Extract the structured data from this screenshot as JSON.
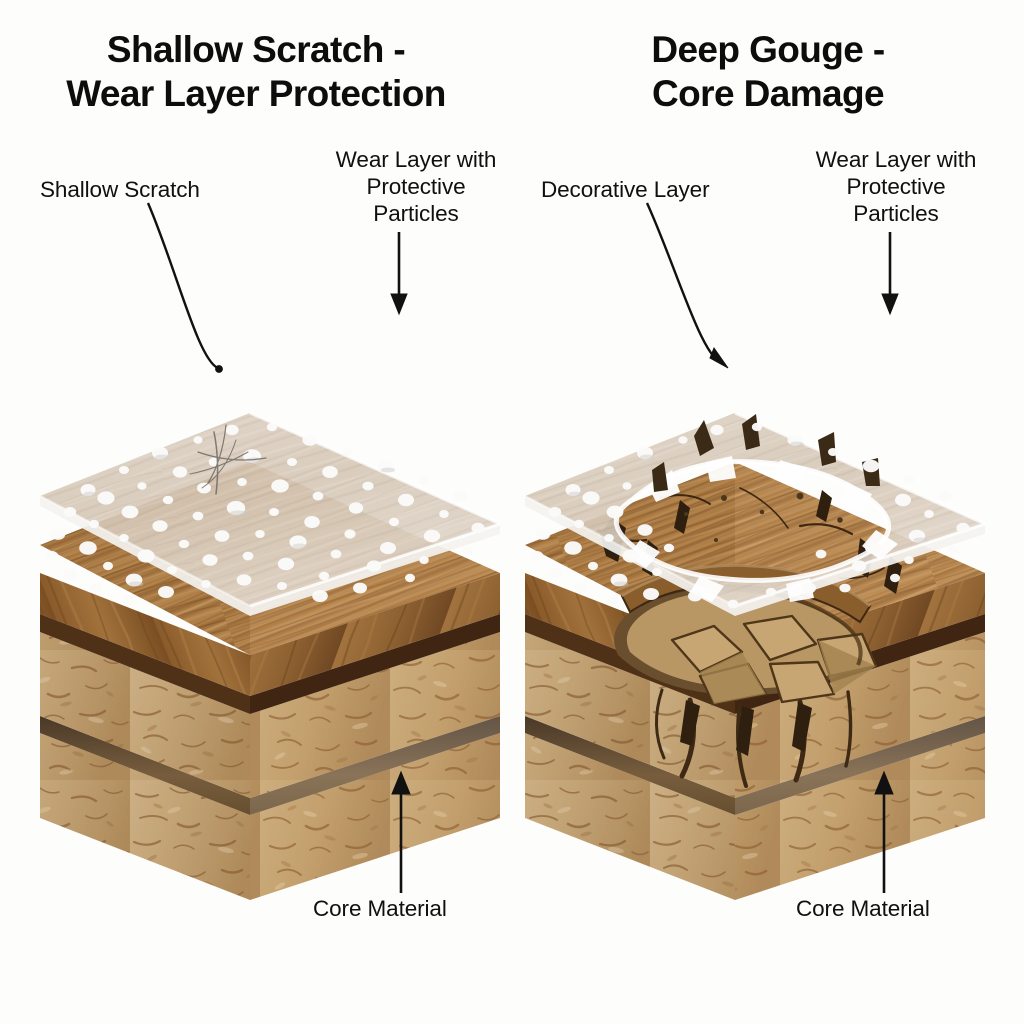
{
  "background": "#fdfdfc",
  "panels": [
    {
      "id": "shallow-scratch",
      "title_line1": "Shallow Scratch -",
      "title_line2": "Wear Layer Protection",
      "callouts": [
        {
          "id": "scratch",
          "text": "Shallow Scratch"
        },
        {
          "id": "wear-layer",
          "text": "Wear Layer with\nProtective\nParticles"
        },
        {
          "id": "core",
          "text": "Core Material"
        }
      ]
    },
    {
      "id": "deep-gouge",
      "title_line1": "Deep Gouge -",
      "title_line2": "Core Damage",
      "callouts": [
        {
          "id": "decorative",
          "text": "Decorative Layer"
        },
        {
          "id": "wear-layer",
          "text": "Wear Layer with\nProtective\nParticles"
        },
        {
          "id": "core",
          "text": "Core Material"
        }
      ]
    }
  ],
  "colors": {
    "text": "#0d0d0d",
    "leader_line": "#111111",
    "wear_layer_glass": "#f2f1ee",
    "decor_wood_light": "#c69358",
    "decor_wood_mid": "#a9763e",
    "decor_wood_dark": "#7c4f23",
    "decor_edge_dark": "#5e3a1a",
    "core_light": "#d8bb8c",
    "core_mid": "#c4a271",
    "core_dark": "#a98757",
    "core_fleck": "#8e5f33",
    "gap_shadow": "#55402a",
    "particle": "#fbfbfb",
    "particle_shade": "#d8d7d4"
  }
}
